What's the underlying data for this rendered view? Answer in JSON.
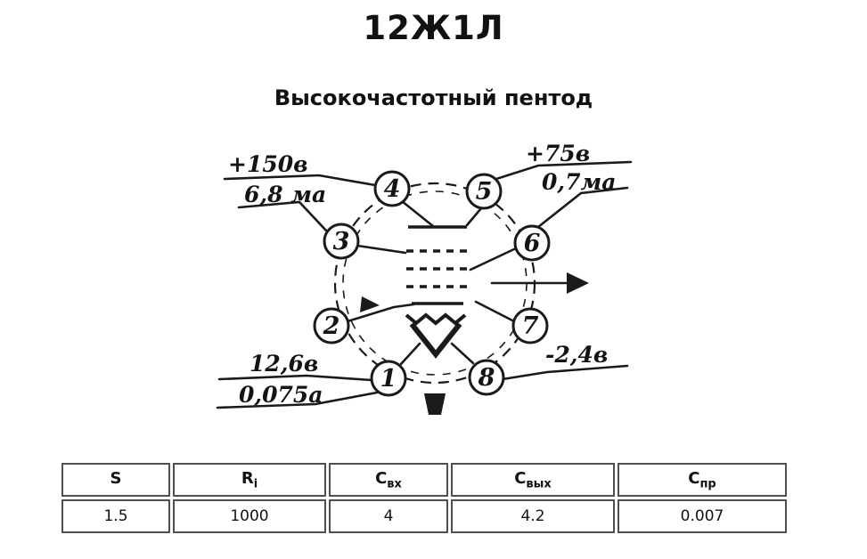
{
  "page": {
    "title": "12Ж1Л",
    "subtitle": "Высокочастотный пентод"
  },
  "colors": {
    "ink": "#1a1a1a",
    "table_border": "#4f4f4f",
    "background": "#ffffff"
  },
  "diagram": {
    "pins": [
      "1",
      "2",
      "3",
      "4",
      "5",
      "6",
      "7",
      "8"
    ],
    "annotations": {
      "top_left_voltage": "+150в",
      "top_left_current": "6,8 ма",
      "top_right_voltage": "+75в",
      "top_right_current": "0,7ма",
      "bottom_left_voltage": "12,6в",
      "bottom_left_current": "0,075а",
      "bottom_right_voltage": "-2,4в"
    },
    "icons": [
      "output-arrow-icon",
      "cathode-arrow-icon",
      "socket-key-icon"
    ]
  },
  "table": {
    "headers": [
      {
        "main": "S",
        "sub": ""
      },
      {
        "main": "R",
        "sub": "i"
      },
      {
        "main": "C",
        "sub": "вх"
      },
      {
        "main": "C",
        "sub": "вых"
      },
      {
        "main": "C",
        "sub": "пр"
      }
    ],
    "values": [
      "1.5",
      "1000",
      "4",
      "4.2",
      "0.007"
    ]
  }
}
